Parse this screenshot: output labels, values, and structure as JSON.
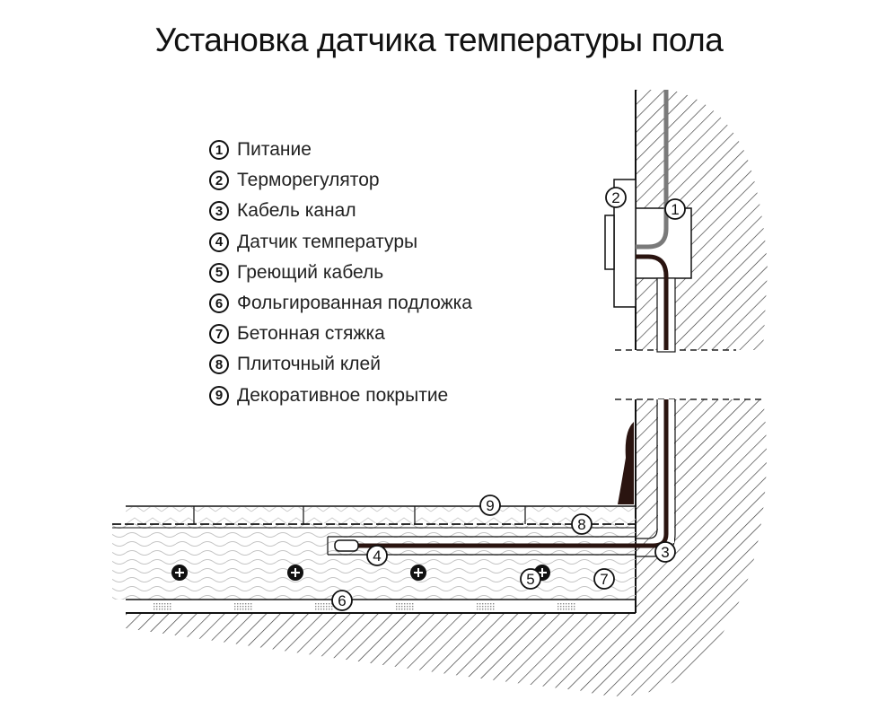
{
  "title": "Установка датчика температуры пола",
  "legend": [
    {
      "num": "1",
      "label": "Питание"
    },
    {
      "num": "2",
      "label": "Терморегулятор"
    },
    {
      "num": "3",
      "label": "Кабель канал"
    },
    {
      "num": "4",
      "label": "Датчик температуры"
    },
    {
      "num": "5",
      "label": "Греющий кабель"
    },
    {
      "num": "6",
      "label": "Фольгированная подложка"
    },
    {
      "num": "7",
      "label": "Бетонная стяжка"
    },
    {
      "num": "8",
      "label": "Плиточный клей"
    },
    {
      "num": "9",
      "label": "Декоративное покрытие"
    }
  ],
  "callouts": {
    "c1": "1",
    "c2": "2",
    "c3": "3",
    "c4": "4",
    "c5": "5",
    "c6": "6",
    "c7": "7",
    "c8": "8",
    "c9": "9"
  },
  "colors": {
    "ink": "#1a1a1a",
    "cable_dark": "#2a1410",
    "cable_power": "#7a7a7a",
    "hatch": "#333333",
    "wave": "#bdbdbd"
  }
}
